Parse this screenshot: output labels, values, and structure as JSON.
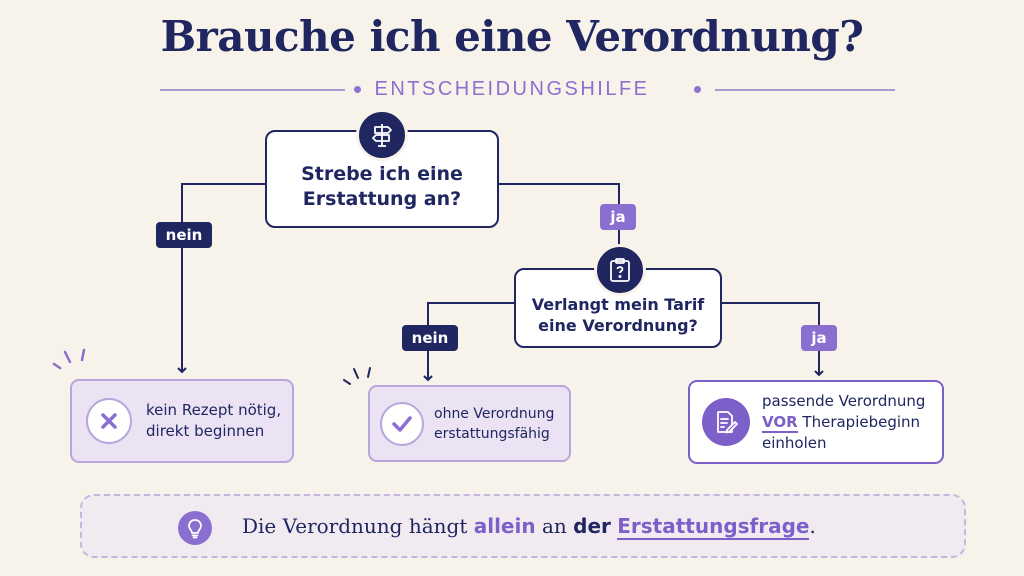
{
  "title": "Brauche ich eine Verordnung?",
  "subtitle": "ENTSCHEIDUNGSHILFE",
  "question1": {
    "line1": "Strebe ich eine",
    "line2": "Erstattung an?",
    "icon": "signpost-icon"
  },
  "question2": {
    "line1": "Verlangt mein Tarif",
    "line2": "eine Verordnung?",
    "icon": "clipboard-question-icon"
  },
  "tags": {
    "q1_no": "nein",
    "q1_yes": "ja",
    "q2_no": "nein",
    "q2_yes": "ja"
  },
  "results": {
    "no_reimbursement": {
      "line1": "kein Rezept nötig,",
      "line2": "direkt beginnen",
      "icon": "x-circle-icon"
    },
    "no_prescription_needed": {
      "line1": "ohne Verordnung",
      "line2": "erstattungsfähig",
      "icon": "check-circle-icon"
    },
    "prescription_needed": {
      "line1": "passende Verordnung",
      "line2_emph": "VOR",
      "line2_rest": " Therapiebeginn",
      "line3": "einholen",
      "icon": "document-pen-icon"
    }
  },
  "footer": {
    "icon": "lightbulb-icon",
    "part1": "Die Verordnung hängt ",
    "emph1": "allein",
    "part2": " an ",
    "emph2": "der",
    "part3": " ",
    "emph3": "Erstattungsfrage",
    "part4": "."
  },
  "colors": {
    "navy": "#1f2660",
    "purple": "#8a6fd0",
    "background": "#f8f3ea",
    "result_fill": "#ebe3f4"
  }
}
